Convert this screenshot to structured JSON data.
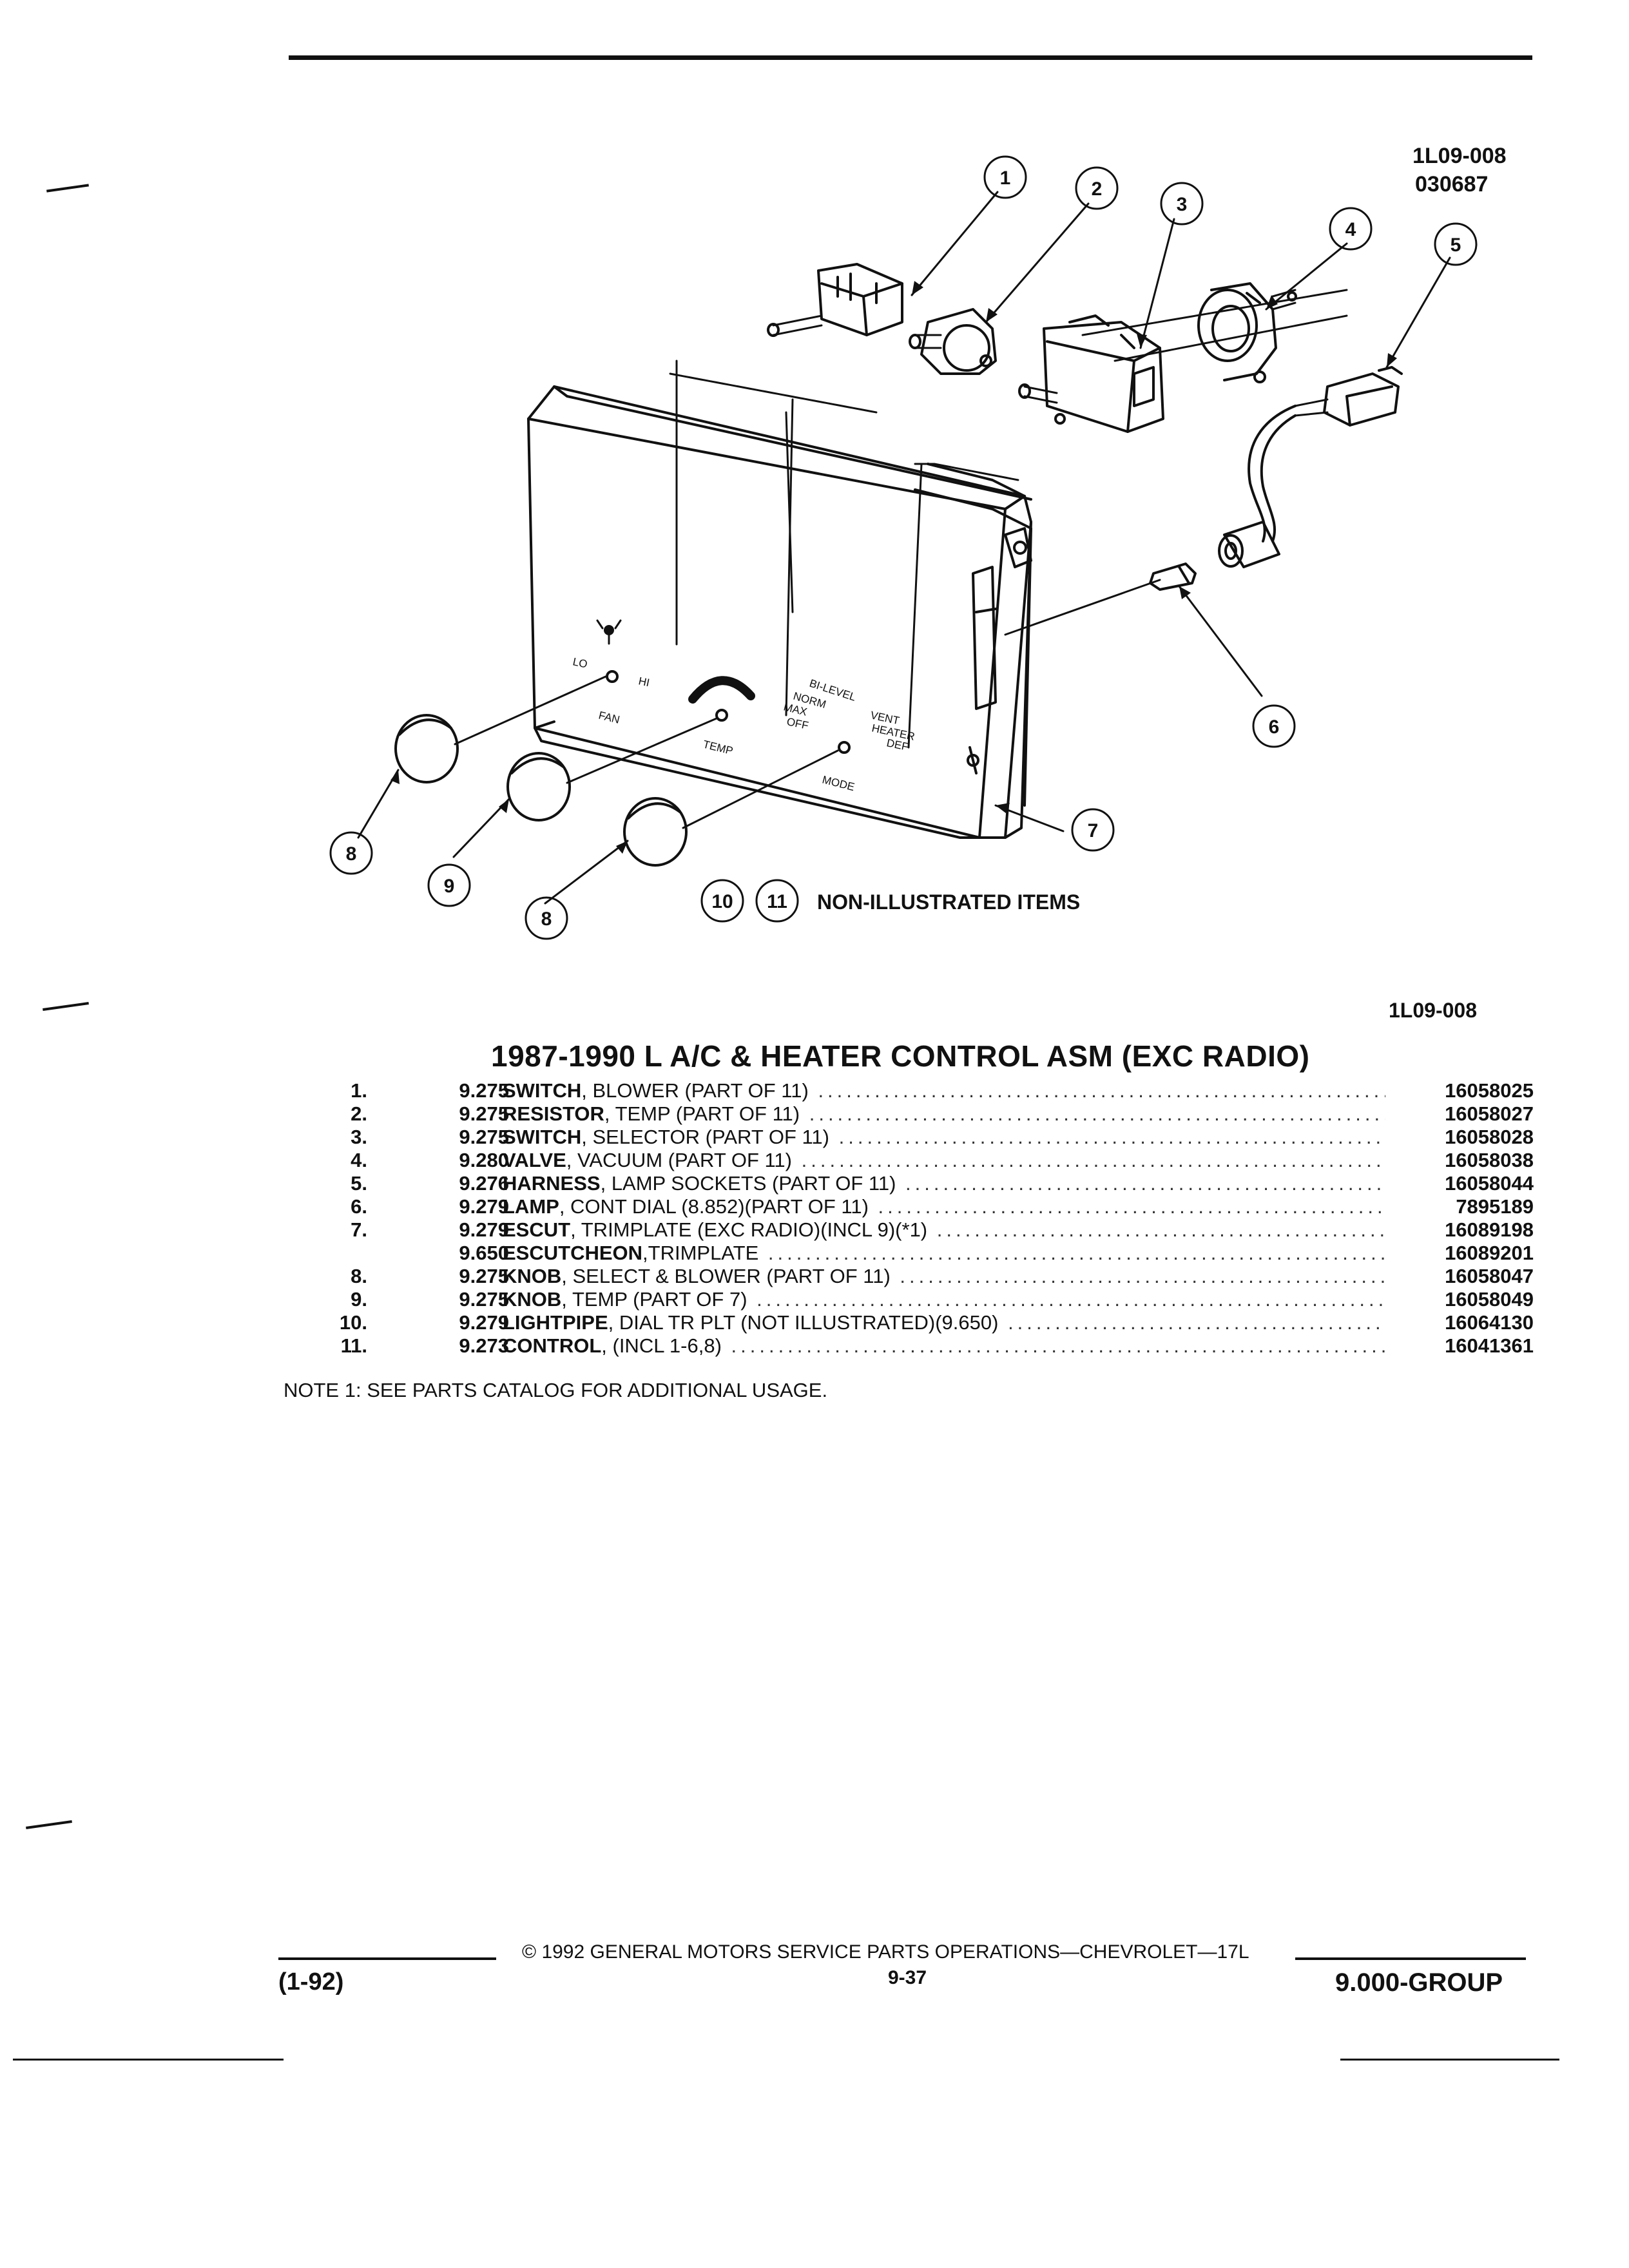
{
  "figure": {
    "id_top": "1L09-008",
    "id_sub": "030687",
    "id_bottom": "1L09-008",
    "callouts": [
      "1",
      "2",
      "3",
      "4",
      "5",
      "6",
      "7",
      "8",
      "9",
      "8"
    ],
    "non_illustrated_nums": [
      "10",
      "11"
    ],
    "non_illustrated_label": "NON-ILLUSTRATED ITEMS",
    "dial_labels": {
      "lo": "LO",
      "hi": "HI",
      "fan": "FAN",
      "temp": "TEMP",
      "mode": "MODE",
      "bi_level": "BI-LEVEL",
      "norm": "NORM",
      "max": "MAX",
      "off": "OFF",
      "vent": "VENT",
      "heater": "HEATER",
      "def": "DEF"
    }
  },
  "title": "1987-1990 L A/C & HEATER CONTROL ASM (EXC RADIO)",
  "parts": [
    {
      "num": "1.",
      "group": "9.275",
      "name": "SWITCH",
      "detail": ", BLOWER (PART OF 11)",
      "part_no": "16058025"
    },
    {
      "num": "2.",
      "group": "9.275",
      "name": "RESISTOR",
      "detail": ", TEMP (PART OF 11)",
      "part_no": "16058027"
    },
    {
      "num": "3.",
      "group": "9.275",
      "name": "SWITCH",
      "detail": ", SELECTOR (PART OF 11)",
      "part_no": "16058028"
    },
    {
      "num": "4.",
      "group": "9.280",
      "name": "VALVE",
      "detail": ", VACUUM (PART OF 11)",
      "part_no": "16058038"
    },
    {
      "num": "5.",
      "group": "9.276",
      "name": "HARNESS",
      "detail": ", LAMP SOCKETS (PART OF 11)",
      "part_no": "16058044"
    },
    {
      "num": "6.",
      "group": "9.279",
      "name": "LAMP",
      "detail": ", CONT DIAL (8.852)(PART OF 11)",
      "part_no": "7895189"
    },
    {
      "num": "7.",
      "group": "9.279",
      "name": "ESCUT",
      "detail": ", TRIMPLATE (EXC RADIO)(INCL 9)(*1)",
      "part_no": "16089198"
    },
    {
      "num": "",
      "group": "9.650",
      "name": "ESCUTCHEON",
      "detail": ",TRIMPLATE",
      "part_no": "16089201"
    },
    {
      "num": "8.",
      "group": "9.275",
      "name": "KNOB",
      "detail": ", SELECT & BLOWER (PART OF 11)",
      "part_no": "16058047"
    },
    {
      "num": "9.",
      "group": "9.275",
      "name": "KNOB",
      "detail": ", TEMP (PART OF 7)",
      "part_no": "16058049"
    },
    {
      "num": "10.",
      "group": "9.279",
      "name": "LIGHTPIPE",
      "detail": ", DIAL TR PLT (NOT ILLUSTRATED)(9.650)",
      "part_no": "16064130"
    },
    {
      "num": "11.",
      "group": "9.273",
      "name": "CONTROL",
      "detail": ", (INCL 1-6,8)",
      "part_no": "16041361"
    }
  ],
  "note": "NOTE  1:  SEE PARTS CATALOG FOR ADDITIONAL USAGE.",
  "footer": {
    "copyright": "©  1992  GENERAL MOTORS SERVICE PARTS OPERATIONS—CHEVROLET—17L",
    "page": "9-37",
    "date": "(1-92)",
    "group": "9.000-GROUP"
  }
}
